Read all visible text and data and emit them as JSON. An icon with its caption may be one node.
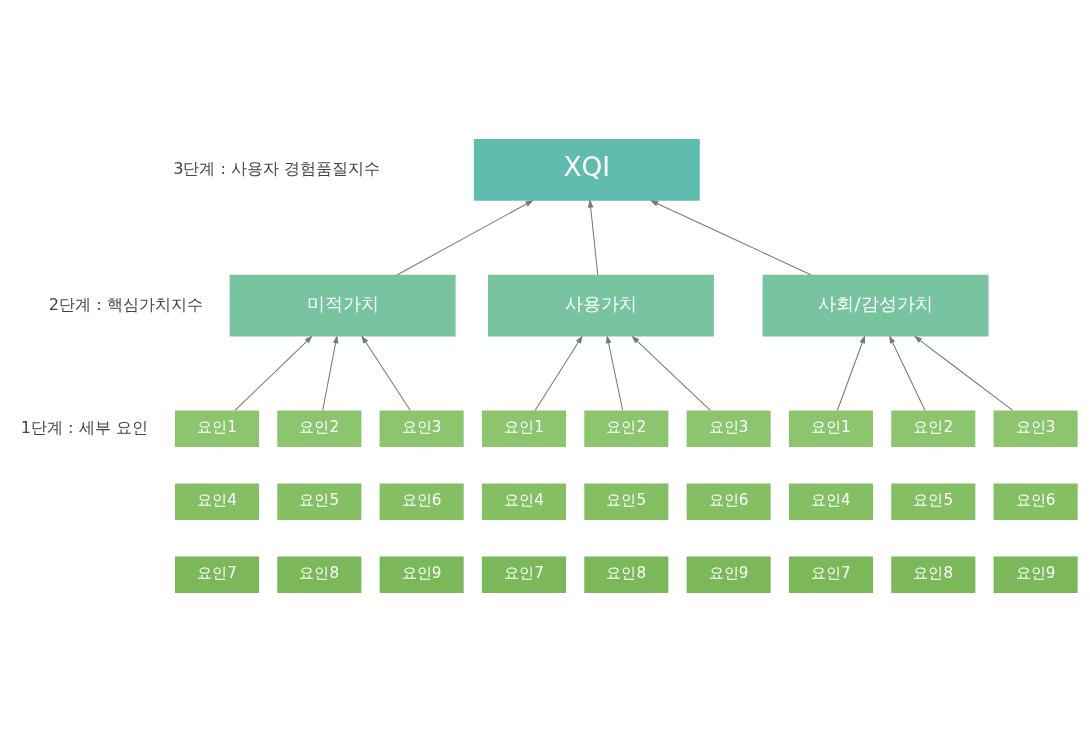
{
  "diagram": {
    "nodes": [
      {
        "text": [
          "XQI"
        ]
      },
      {
        "text": [
          "미적가치"
        ]
      },
      {
        "text": [
          "사용가치"
        ]
      },
      {
        "text": [
          "사회/감성가치"
        ]
      },
      {
        "text": [
          "요인1"
        ]
      },
      {
        "text": [
          "요인2"
        ]
      },
      {
        "text": [
          "요인3"
        ]
      },
      {
        "text": [
          "요인4"
        ]
      },
      {
        "text": [
          "요인5"
        ]
      },
      {
        "text": [
          "요인6"
        ]
      },
      {
        "text": [
          "요인7"
        ]
      },
      {
        "text": [
          "요인8"
        ]
      },
      {
        "text": [
          "요인9"
        ]
      },
      {
        "text": [
          "요인1"
        ]
      },
      {
        "text": [
          "요인2"
        ]
      },
      {
        "text": [
          "요인3"
        ]
      },
      {
        "text": [
          "요인4"
        ]
      },
      {
        "text": [
          "요인5"
        ]
      },
      {
        "text": [
          "요인6"
        ]
      },
      {
        "text": [
          "요인7"
        ]
      },
      {
        "text": [
          "요인8"
        ]
      },
      {
        "text": [
          "요인9"
        ]
      },
      {
        "text": [
          "요인1"
        ]
      },
      {
        "text": [
          "요인2"
        ]
      },
      {
        "text": [
          "요인3"
        ]
      },
      {
        "text": [
          "요인4"
        ]
      },
      {
        "text": [
          "요인5"
        ]
      },
      {
        "text": [
          "요인6"
        ]
      },
      {
        "text": [
          "요인7"
        ]
      },
      {
        "text": [
          "요인8"
        ]
      },
      {
        "text": [
          "요인9"
        ]
      }
    ],
    "edges": [
      {
        "from": 1,
        "to": 0,
        "arrow": "to"
      },
      {
        "from": 2,
        "to": 0,
        "arrow": "to"
      },
      {
        "from": 3,
        "to": 0,
        "arrow": "to"
      },
      {
        "from": 4,
        "to": 1,
        "arrow": "to"
      },
      {
        "from": 5,
        "to": 1,
        "arrow": "to"
      },
      {
        "from": 6,
        "to": 1,
        "arrow": "to"
      },
      {
        "from": 13,
        "to": 2,
        "arrow": "to"
      },
      {
        "from": 14,
        "to": 2,
        "arrow": "to"
      },
      {
        "from": 15,
        "to": 2,
        "arrow": "to"
      },
      {
        "from": 22,
        "to": 3,
        "arrow": "to"
      },
      {
        "from": 23,
        "to": 3,
        "arrow": "to"
      },
      {
        "from": 24,
        "to": 3,
        "arrow": "to"
      }
    ],
    "labels": [
      "3단계 : 사용자 경험품질지수",
      "2단계 : 핵심가치지수",
      "1단계 : 세부 요인"
    ]
  }
}
